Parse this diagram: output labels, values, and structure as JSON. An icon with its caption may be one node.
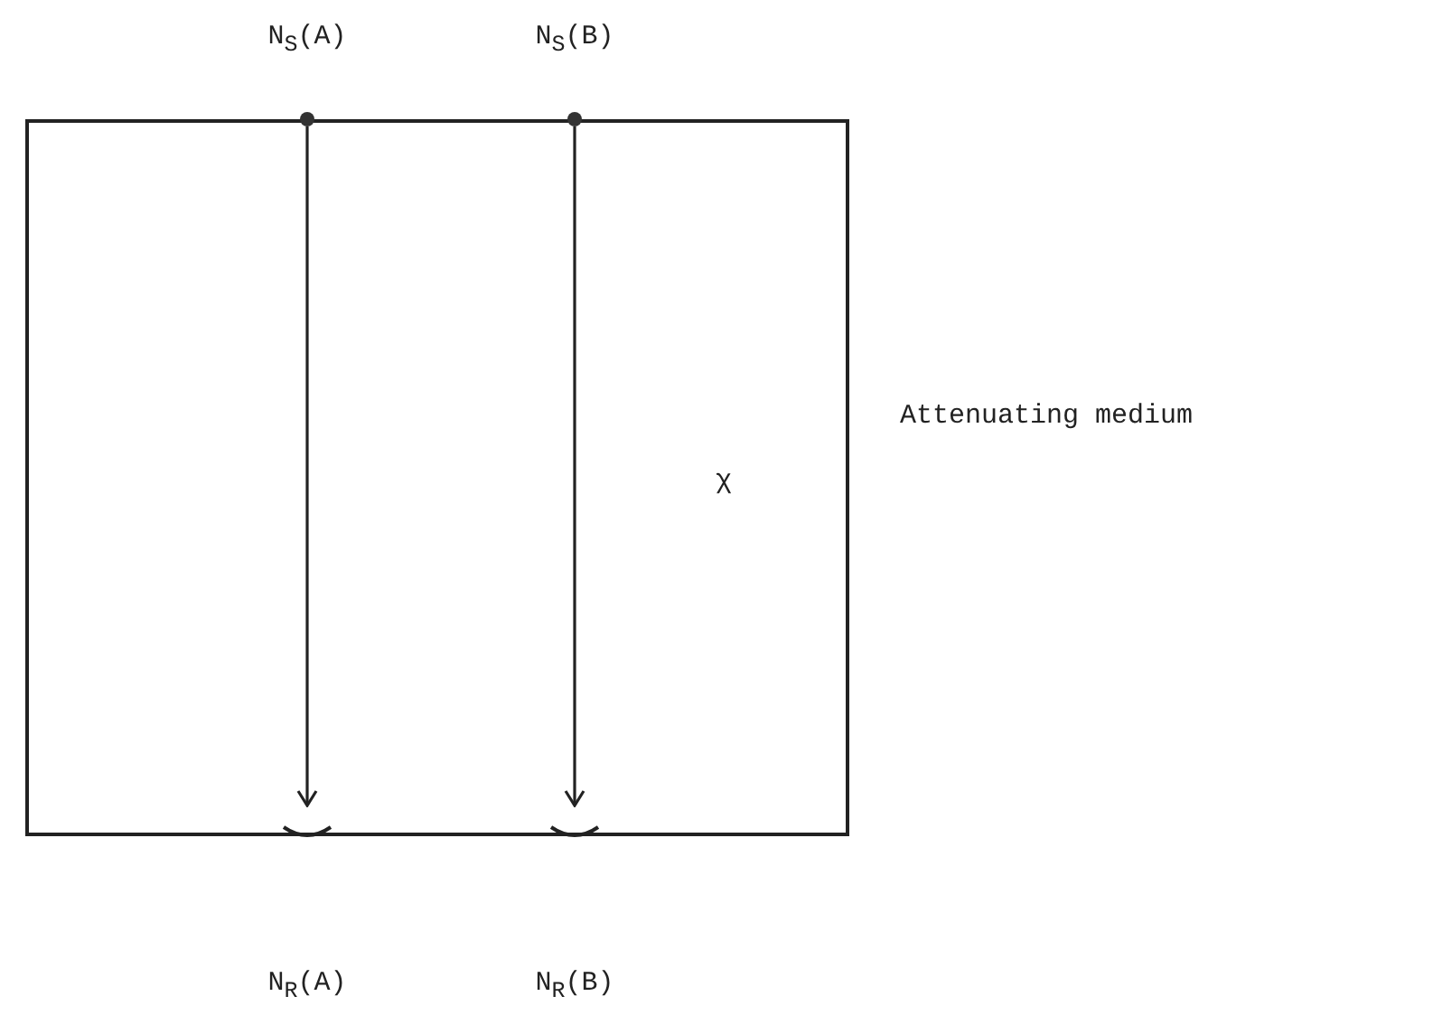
{
  "diagram": {
    "nodes": [
      {
        "text": [
          "N$_{S}$(A)"
        ]
      },
      {
        "text": [
          "N$_{S}$(B)"
        ]
      },
      {
        "text": [
          "N$_{R}$(A)"
        ]
      },
      {
        "text": [
          "N$_{R}$(B)"
        ]
      }
    ],
    "edges": [
      {
        "from": 0,
        "to": 2,
        "arrow": "to"
      },
      {
        "from": 1,
        "to": 3,
        "arrow": "to"
      }
    ],
    "labels": [
      "Attenuating medium",
      "χ"
    ]
  }
}
